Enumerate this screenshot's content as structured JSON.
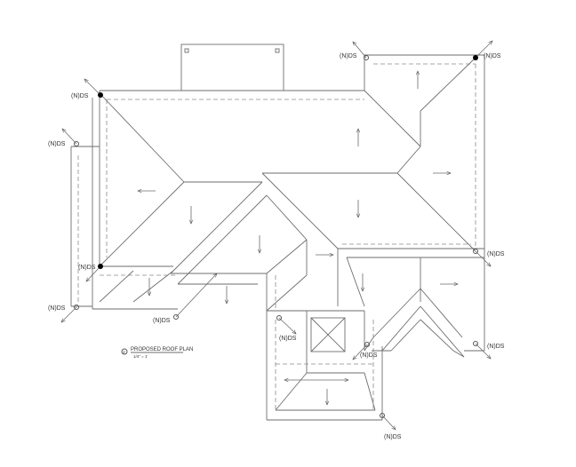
{
  "downspout_label": "(N)DS",
  "plan_title": "PROPOSED ROOF PLAN",
  "plan_scale": "1/4\" = 1'",
  "plan_number": "2",
  "colors": {
    "line": "#6e6e6e",
    "dashed": "#8a8a8a",
    "marker": "#000000"
  }
}
